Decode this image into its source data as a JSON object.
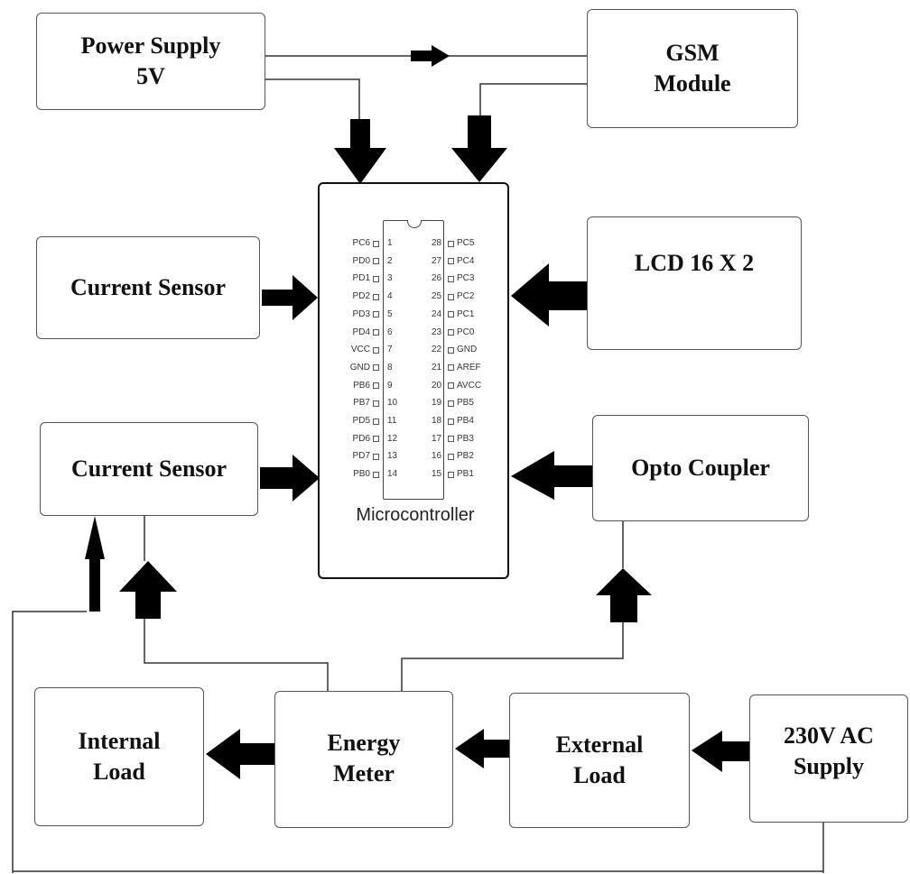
{
  "blocks": {
    "power_supply": [
      "Power Supply",
      "5V"
    ],
    "gsm_module": [
      "GSM",
      "Module"
    ],
    "current_sensor_1": [
      "Current Sensor"
    ],
    "current_sensor_2": [
      "Current Sensor"
    ],
    "lcd": [
      "LCD 16 X 2"
    ],
    "opto_coupler": [
      "Opto Coupler"
    ],
    "internal_load": [
      "Internal",
      "Load"
    ],
    "energy_meter": [
      "Energy",
      "Meter"
    ],
    "external_load": [
      "External",
      "Load"
    ],
    "ac_supply": [
      "230V AC",
      "Supply"
    ]
  },
  "microcontroller": {
    "label": "Microcontroller",
    "left_pins": [
      {
        "name": "PC6",
        "num": "1"
      },
      {
        "name": "PD0",
        "num": "2"
      },
      {
        "name": "PD1",
        "num": "3"
      },
      {
        "name": "PD2",
        "num": "4"
      },
      {
        "name": "PD3",
        "num": "5"
      },
      {
        "name": "PD4",
        "num": "6"
      },
      {
        "name": "VCC",
        "num": "7"
      },
      {
        "name": "GND",
        "num": "8"
      },
      {
        "name": "PB6",
        "num": "9"
      },
      {
        "name": "PB7",
        "num": "10"
      },
      {
        "name": "PD5",
        "num": "11"
      },
      {
        "name": "PD6",
        "num": "12"
      },
      {
        "name": "PD7",
        "num": "13"
      },
      {
        "name": "PB0",
        "num": "14"
      }
    ],
    "right_pins": [
      {
        "num": "28",
        "name": "PC5"
      },
      {
        "num": "27",
        "name": "PC4"
      },
      {
        "num": "26",
        "name": "PC3"
      },
      {
        "num": "25",
        "name": "PC2"
      },
      {
        "num": "24",
        "name": "PC1"
      },
      {
        "num": "23",
        "name": "PC0"
      },
      {
        "num": "22",
        "name": "GND"
      },
      {
        "num": "21",
        "name": "AREF"
      },
      {
        "num": "20",
        "name": "AVCC"
      },
      {
        "num": "19",
        "name": "PB5"
      },
      {
        "num": "18",
        "name": "PB4"
      },
      {
        "num": "17",
        "name": "PB3"
      },
      {
        "num": "16",
        "name": "PB2"
      },
      {
        "num": "15",
        "name": "PB1"
      }
    ]
  },
  "colors": {
    "arrow": "#000000",
    "line": "#333333",
    "box_border": "#555555"
  }
}
